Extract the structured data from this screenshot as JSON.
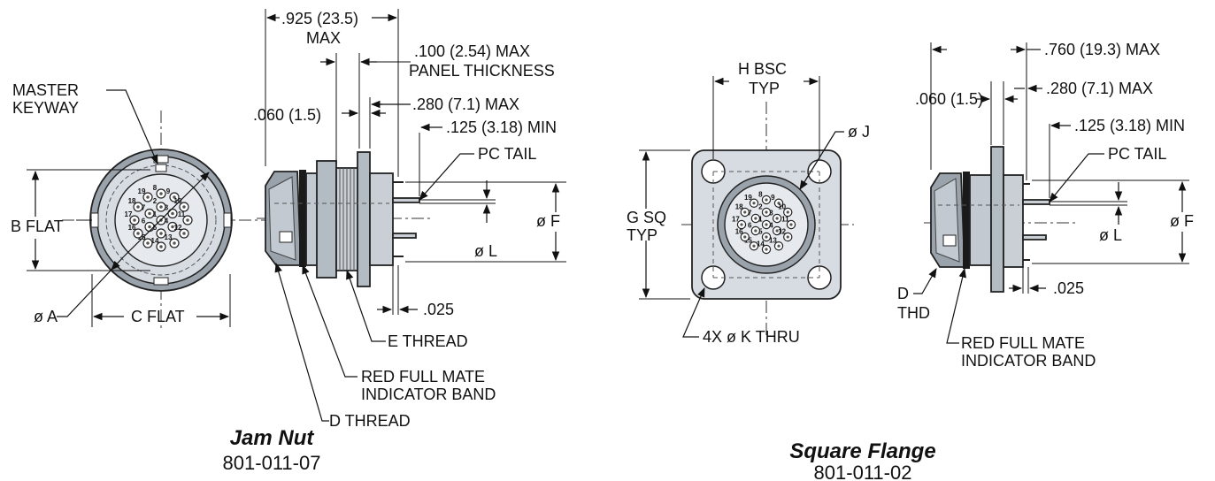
{
  "colors": {
    "body_fill": "#d6dce2",
    "body_dark": "#9aa3ab",
    "ink": "#111111",
    "band": "#1a1a1a"
  },
  "jam_nut": {
    "title": "Jam Nut",
    "part_number": "801-011-07",
    "labels": {
      "master_keyway_1": "MASTER",
      "master_keyway_2": "KEYWAY",
      "b_flat": "B FLAT",
      "c_flat": "C FLAT",
      "dia_a": "ø A",
      "max_length_1": ".925 (23.5)",
      "max_length_2": "MAX",
      "panel_1": ".100 (2.54) MAX",
      "panel_2": "PANEL THICKNESS",
      "dim_060": ".060 (1.5)",
      "dim_280": ".280 (7.1) MAX",
      "dim_125": ".125 (3.18) MIN",
      "pc_tail": "PC TAIL",
      "dia_l": "ø L",
      "dia_f": "ø F",
      "dim_025": ".025",
      "e_thread": "E THREAD",
      "red_band_1": "RED FULL MATE",
      "red_band_2": "INDICATOR BAND",
      "d_thread": "D THREAD"
    },
    "pins": [
      "1",
      "2",
      "3",
      "4",
      "5",
      "6",
      "7",
      "8",
      "9",
      "10",
      "11",
      "12",
      "13",
      "14",
      "15",
      "16",
      "17",
      "18",
      "19"
    ]
  },
  "square_flange": {
    "title": "Square Flange",
    "part_number": "801-011-02",
    "labels": {
      "h_bsc_1": "H BSC",
      "h_bsc_2": "TYP",
      "dia_j": "ø J",
      "g_sq_1": "G SQ",
      "g_sq_2": "TYP",
      "k_thru": "4X ø K THRU",
      "max_length": ".760 (19.3) MAX",
      "dim_060": ".060 (1.5)",
      "dim_280": ".280 (7.1) MAX",
      "dim_125": ".125 (3.18) MIN",
      "pc_tail": "PC TAIL",
      "dia_l": "ø L",
      "dia_f": "ø F",
      "dim_025": ".025",
      "d_thd_1": "D",
      "d_thd_2": "THD",
      "red_band_1": "RED FULL MATE",
      "red_band_2": "INDICATOR BAND"
    }
  }
}
